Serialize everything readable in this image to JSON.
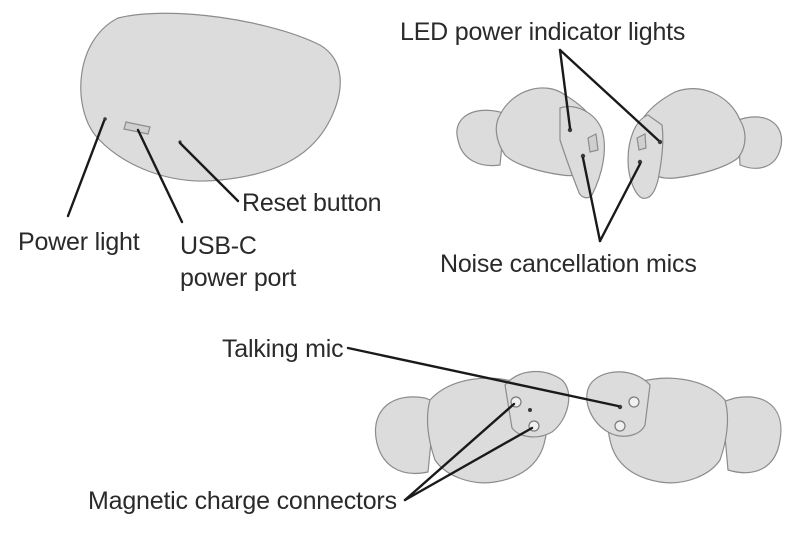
{
  "labels": {
    "power_light": "Power light",
    "usb_c_line1": "USB-C",
    "usb_c_line2": "power port",
    "reset_button": "Reset button",
    "led_indicator": "LED power indicator lights",
    "noise_mics": "Noise cancellation mics",
    "talking_mic": "Talking mic",
    "magnetic_connectors": "Magnetic charge connectors"
  },
  "colors": {
    "device_fill": "#dcdcdc",
    "device_outline": "#8c8c8c",
    "leader_line": "#1a1a1a",
    "text": "#2a2a2a"
  }
}
